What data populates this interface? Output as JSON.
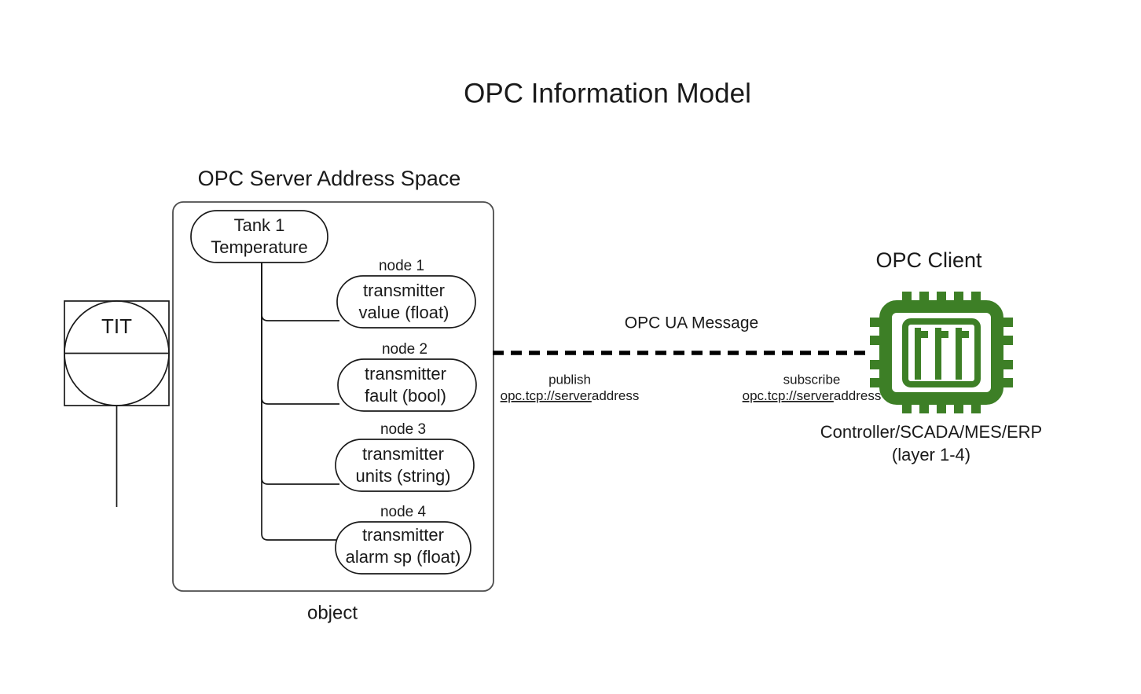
{
  "title": "OPC Information Model",
  "server": {
    "section_label": "OPC Server Address Space",
    "container_caption": "object",
    "root_node": {
      "line1": "Tank 1",
      "line2": "Temperature"
    },
    "nodes": [
      {
        "label": "node 1",
        "line1": "transmitter",
        "line2": "value (float)"
      },
      {
        "label": "node 2",
        "line1": "transmitter",
        "line2": "fault (bool)"
      },
      {
        "label": "node 3",
        "line1": "transmitter",
        "line2": "units (string)"
      },
      {
        "label": "node 4",
        "line1": "transmitter",
        "line2": "alarm sp (float)"
      }
    ]
  },
  "instrument": {
    "tag": "TIT"
  },
  "channel": {
    "message_label": "OPC UA Message",
    "publish": {
      "action": "publish",
      "endpoint_link": "opc.tcp://server",
      "endpoint_rest": "address"
    },
    "subscribe": {
      "action": "subscribe",
      "endpoint_link": "opc.tcp://server",
      "endpoint_rest": "address"
    }
  },
  "client": {
    "section_label": "OPC Client",
    "icon_name": "cpu-chip-icon",
    "icon_color": "#3d7f26",
    "caption_line1": "Controller/SCADA/MES/ERP",
    "caption_line2": "(layer 1-4)"
  }
}
